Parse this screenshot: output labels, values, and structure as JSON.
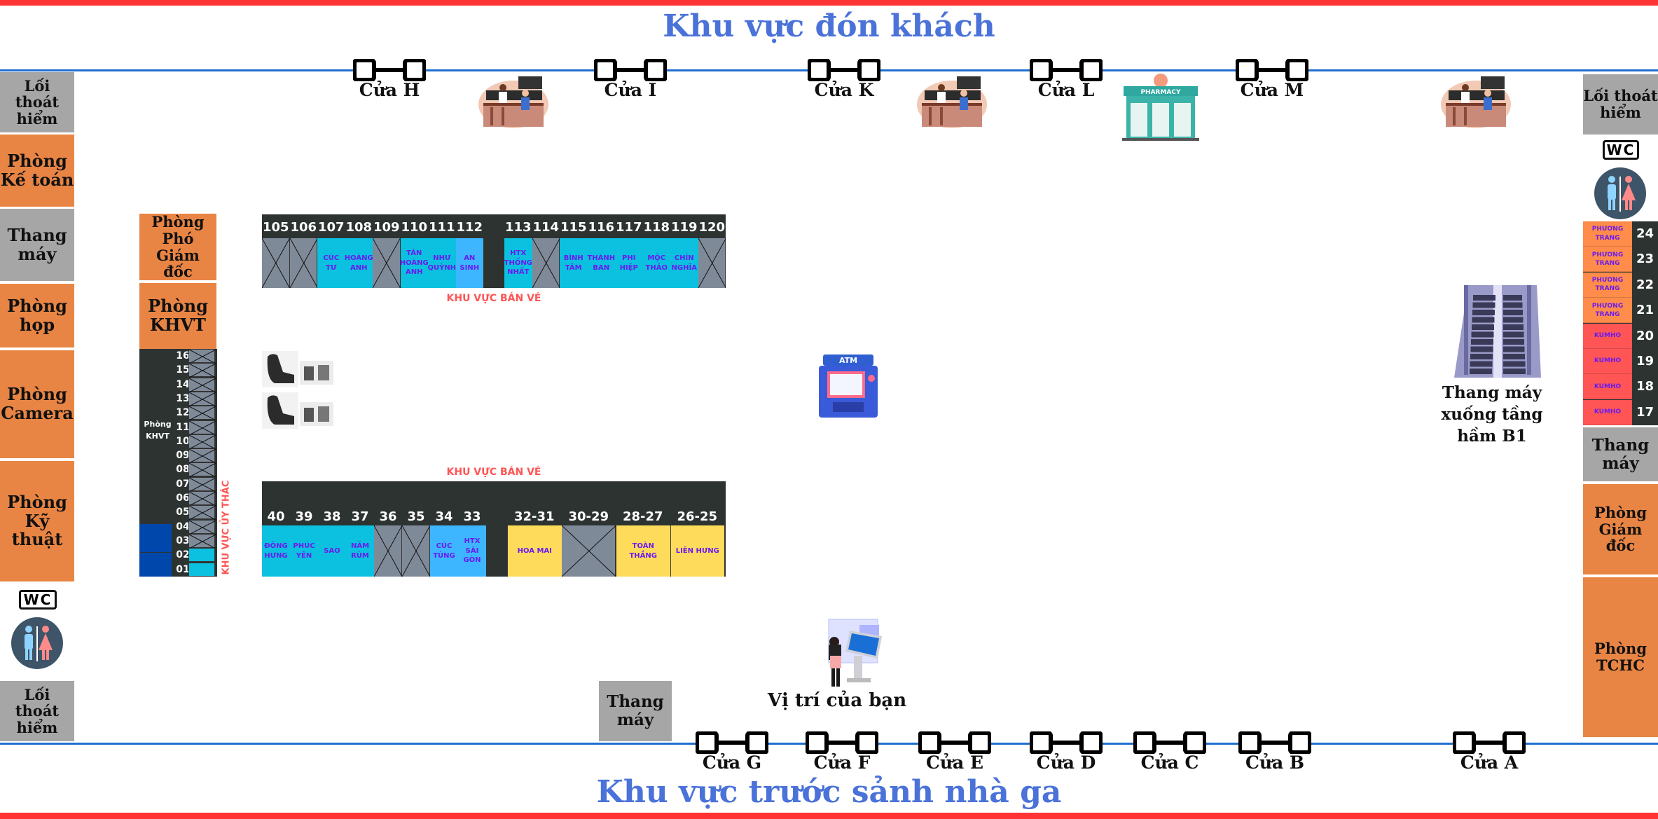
{
  "header": {
    "title": "Khu vực đón khách"
  },
  "footer": {
    "title": "Khu vực trước sảnh nhà ga"
  },
  "top_doors": [
    "Cửa H",
    "Cửa I",
    "Cửa K",
    "Cửa L",
    "Cửa M"
  ],
  "bottom_doors": [
    "Cửa G",
    "Cửa F",
    "Cửa E",
    "Cửa D",
    "Cửa C",
    "Cửa B",
    "Cửa A"
  ],
  "left_rooms": {
    "exit_top": "Lối thoát hiểm",
    "accounting": "Phòng Kế toán",
    "elevator": "Thang máy",
    "meeting": "Phòng họp",
    "camera": "Phòng Camera",
    "technical": "Phòng Kỹ thuật",
    "wc": "WC",
    "exit_bottom": "Lối thoát hiểm"
  },
  "inner_rooms": {
    "deputy_director": "Phòng Phó Giám đốc",
    "khvt": "Phòng KHVT",
    "khvt_small": "Phòng KHVT",
    "consignment_area": "KHU VỰC ỦY THÁC"
  },
  "left_counters": [
    "16",
    "15",
    "14",
    "13",
    "12",
    "11",
    "10",
    "09",
    "08",
    "07",
    "06",
    "05",
    "04",
    "03",
    "02",
    "01"
  ],
  "top_counters": {
    "area_label": "KHU VỰC BÁN VÉ",
    "left_group": [
      {
        "no": "105",
        "name": "",
        "status": "closed"
      },
      {
        "no": "106",
        "name": "",
        "status": "closed"
      },
      {
        "no": "107",
        "name": "CÚC TƯ",
        "status": "open"
      },
      {
        "no": "108",
        "name": "HOÀNG ANH",
        "status": "open"
      },
      {
        "no": "109",
        "name": "",
        "status": "closed"
      },
      {
        "no": "110",
        "name": "TÂN HOÀNG ANH",
        "status": "open"
      },
      {
        "no": "111",
        "name": "NHƯ QUỲNH",
        "status": "open"
      },
      {
        "no": "112",
        "name": "AN SINH",
        "status": "open-alt"
      }
    ],
    "right_group": [
      {
        "no": "113",
        "name": "HTX THỐNG NHẤT",
        "status": "open"
      },
      {
        "no": "114",
        "name": "",
        "status": "closed"
      },
      {
        "no": "115",
        "name": "BÌNH TÂM",
        "status": "open"
      },
      {
        "no": "116",
        "name": "THÀNH BAN",
        "status": "open"
      },
      {
        "no": "117",
        "name": "PHI HIỆP",
        "status": "open"
      },
      {
        "no": "118",
        "name": "MỘC THẢO",
        "status": "open"
      },
      {
        "no": "119",
        "name": "CHÍN NGHĨA",
        "status": "open"
      },
      {
        "no": "120",
        "name": "",
        "status": "closed"
      }
    ]
  },
  "bottom_counters": {
    "area_label": "KHU VỰC BÁN VÉ",
    "left_group": [
      {
        "no": "40",
        "name": "ĐÔNG HƯNG",
        "status": "open"
      },
      {
        "no": "39",
        "name": "PHÚC YÊN",
        "status": "open"
      },
      {
        "no": "38",
        "name": "SAO",
        "status": "open"
      },
      {
        "no": "37",
        "name": "NĂM RÙM",
        "status": "open"
      },
      {
        "no": "36",
        "name": "",
        "status": "closed"
      },
      {
        "no": "35",
        "name": "",
        "status": "closed"
      },
      {
        "no": "34",
        "name": "CÚC TÙNG",
        "status": "open-alt"
      },
      {
        "no": "33",
        "name": "HTX SÀI GÒN",
        "status": "open-alt"
      }
    ],
    "right_group": [
      {
        "no": "32-31",
        "name": "HOA MAI",
        "status": "yellow"
      },
      {
        "no": "30-29",
        "name": "",
        "status": "closed"
      },
      {
        "no": "28-27",
        "name": "TOÀN THẮNG",
        "status": "yellow"
      },
      {
        "no": "26-25",
        "name": "LIÊN HƯNG",
        "status": "yellow"
      }
    ]
  },
  "right_counters": [
    {
      "no": "24",
      "name": "PHƯƠNG TRANG",
      "color": "#ff8c4a"
    },
    {
      "no": "23",
      "name": "PHƯƠNG TRANG",
      "color": "#ff8c4a"
    },
    {
      "no": "22",
      "name": "PHƯƠNG TRANG",
      "color": "#ff8c4a"
    },
    {
      "no": "21",
      "name": "PHƯƠNG TRANG",
      "color": "#ff8c4a"
    },
    {
      "no": "20",
      "name": "KUMHO",
      "color": "#ff5555"
    },
    {
      "no": "19",
      "name": "KUMHO",
      "color": "#ff5555"
    },
    {
      "no": "18",
      "name": "KUMHO",
      "color": "#ff5555"
    },
    {
      "no": "17",
      "name": "KUMHO",
      "color": "#ff5555"
    }
  ],
  "right_rooms": {
    "exit_top": "Lối thoát hiểm",
    "wc": "WC",
    "elevator": "Thang máy",
    "director": "Phòng Giám đốc",
    "admin": "Phòng TCHC"
  },
  "escalator_caption": "Thang máy xuống tầng hầm B1",
  "bottom_elevator": "Thang máy",
  "you_are_here": "Vị trí của bạn",
  "pharmacy_sign": "PHARMACY",
  "atm_sign": "ATM",
  "colors": {
    "accent_title": "#4a72d8",
    "wall_line": "#1f6fd0",
    "border_bar": "#ff3333",
    "counter_open": "#0cc0df",
    "counter_closed": "#7f8a99",
    "counter_dark": "#2c3331",
    "counter_text": "#6a1bf0"
  }
}
